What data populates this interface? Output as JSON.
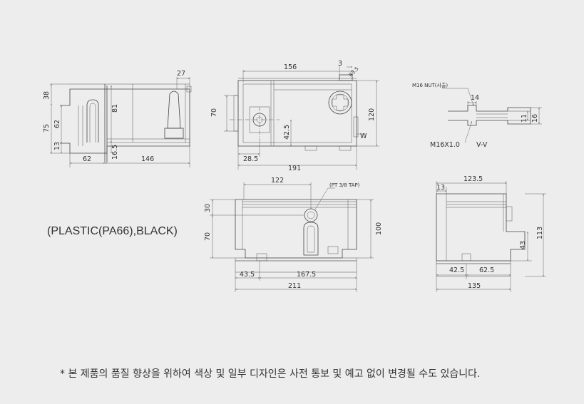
{
  "material": "(PLASTIC(PA66),BLACK)",
  "footnote": "* 본 제품의 품질 향상을 위하여 색상 및 일부 디자인은 사전 통보 및 예고 없이 변경될 수도 있습니다.",
  "side_view": {
    "dims": {
      "d27": "27",
      "d38": "38",
      "d81": "81",
      "d75": "75",
      "d62v": "62",
      "d13": "13",
      "d16_5": "16.5",
      "d62": "62",
      "d146": "146"
    }
  },
  "top_view": {
    "dims": {
      "d156": "156",
      "d3": "3",
      "r3_5": "R3.5",
      "d70": "70",
      "d120": "120",
      "d42_5": "42.5",
      "d28_5": "28.5",
      "d191": "191",
      "w": "W"
    }
  },
  "nut_detail": {
    "dims": {
      "nut": "M16 NUT(사출)",
      "d14": "14",
      "d11": "11",
      "d16": "16",
      "thread": "M16X1.0",
      "section": "V-V"
    }
  },
  "front_view": {
    "dims": {
      "d122": "122",
      "tap": "(PT 3/8 TAP)",
      "d30": "30",
      "d70": "70",
      "d100": "100",
      "d43_5": "43.5",
      "d167_5": "167.5",
      "d211": "211"
    }
  },
  "end_view": {
    "dims": {
      "d123_5": "123.5",
      "d13": "13",
      "d113": "113",
      "d43": "43",
      "d42_5": "42.5",
      "d62_5": "62.5",
      "d135": "135"
    }
  }
}
